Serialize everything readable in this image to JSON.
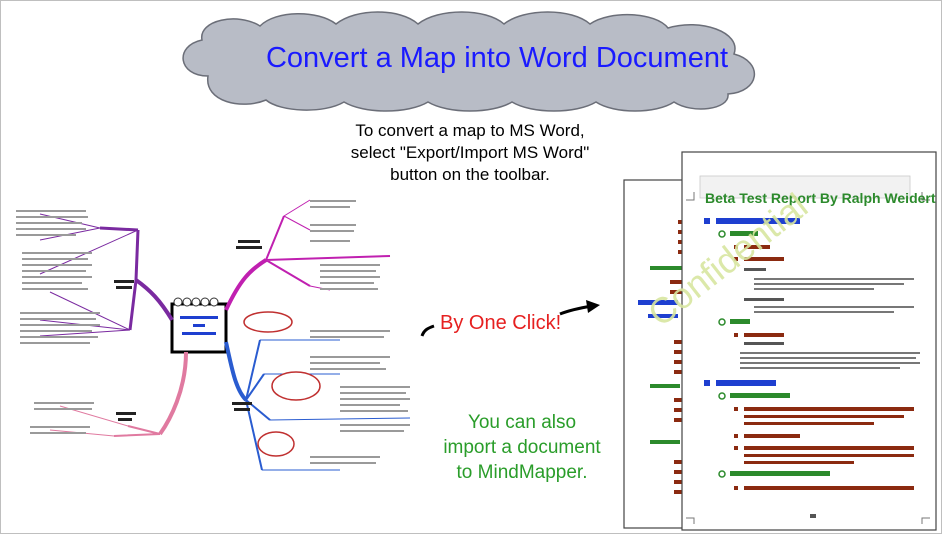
{
  "title": "Convert a Map into Word Document",
  "instructions": [
    "To convert a map to MS Word,",
    "select \"Export/Import MS Word\"",
    "button on the toolbar."
  ],
  "one_click": "By One Click!",
  "import_note": [
    "You can also",
    "import a document",
    "to MindMapper."
  ],
  "document": {
    "report_title": "Beta Test Report By Ralph Weidert",
    "watermark": "Confidential"
  },
  "colors": {
    "title": "#1a1aff",
    "cloud_fill": "#b8bcc6",
    "click": "#e62020",
    "import": "#2a9d2a",
    "report_title": "#2c8a2c",
    "heading_blue": "#1e3fd0",
    "body_brown": "#8b2a10"
  }
}
